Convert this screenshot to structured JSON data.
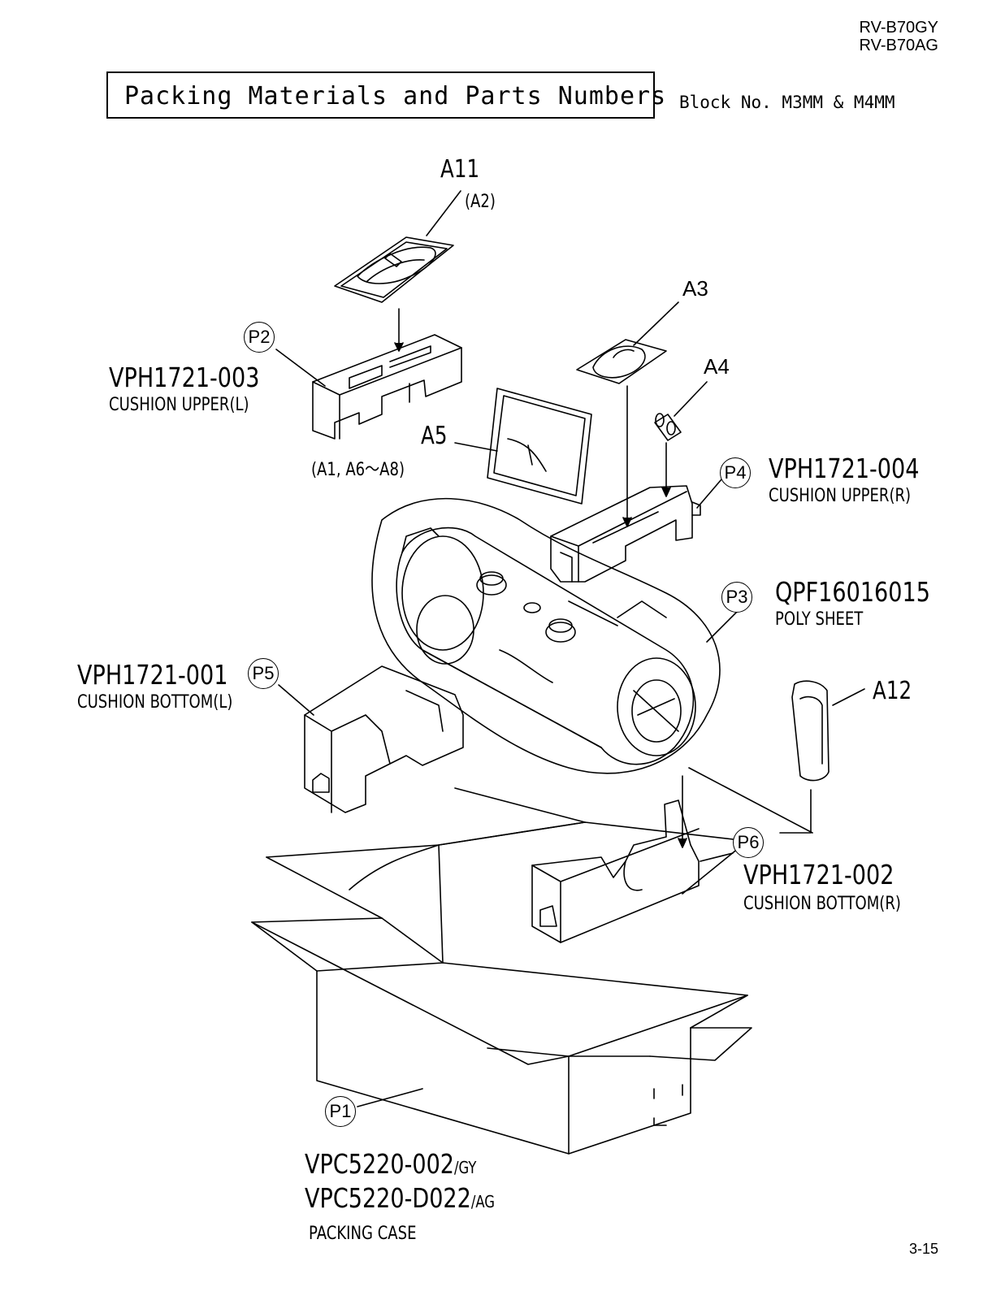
{
  "header": {
    "models": [
      "RV-B70GY",
      "RV-B70AG"
    ],
    "title": "Packing Materials and Parts Numbers",
    "block": "Block No. M3MM & M4MM"
  },
  "callouts": {
    "a11": "A11",
    "a2": "(A2)",
    "a3": "A3",
    "a4": "A4",
    "a5": "A5",
    "a12": "A12",
    "a1_group": "(A1, A6～A8)"
  },
  "parts": {
    "p1": {
      "tag": "P1",
      "numbers": [
        "VPC5220-002",
        "VPC5220-D022"
      ],
      "suffixes": [
        "/GY",
        "/AG"
      ],
      "desc": "PACKING CASE"
    },
    "p2": {
      "tag": "P2",
      "number": "VPH1721-003",
      "desc": "CUSHION UPPER(L)"
    },
    "p3": {
      "tag": "P3",
      "number": "QPF16016015",
      "desc": "POLY SHEET"
    },
    "p4": {
      "tag": "P4",
      "number": "VPH1721-004",
      "desc": "CUSHION UPPER(R)"
    },
    "p5": {
      "tag": "P5",
      "number": "VPH1721-001",
      "desc": "CUSHION BOTTOM(L)"
    },
    "p6": {
      "tag": "P6",
      "number": "VPH1721-002",
      "desc": "CUSHION BOTTOM(R)"
    }
  },
  "footer": {
    "page": "3-15"
  }
}
